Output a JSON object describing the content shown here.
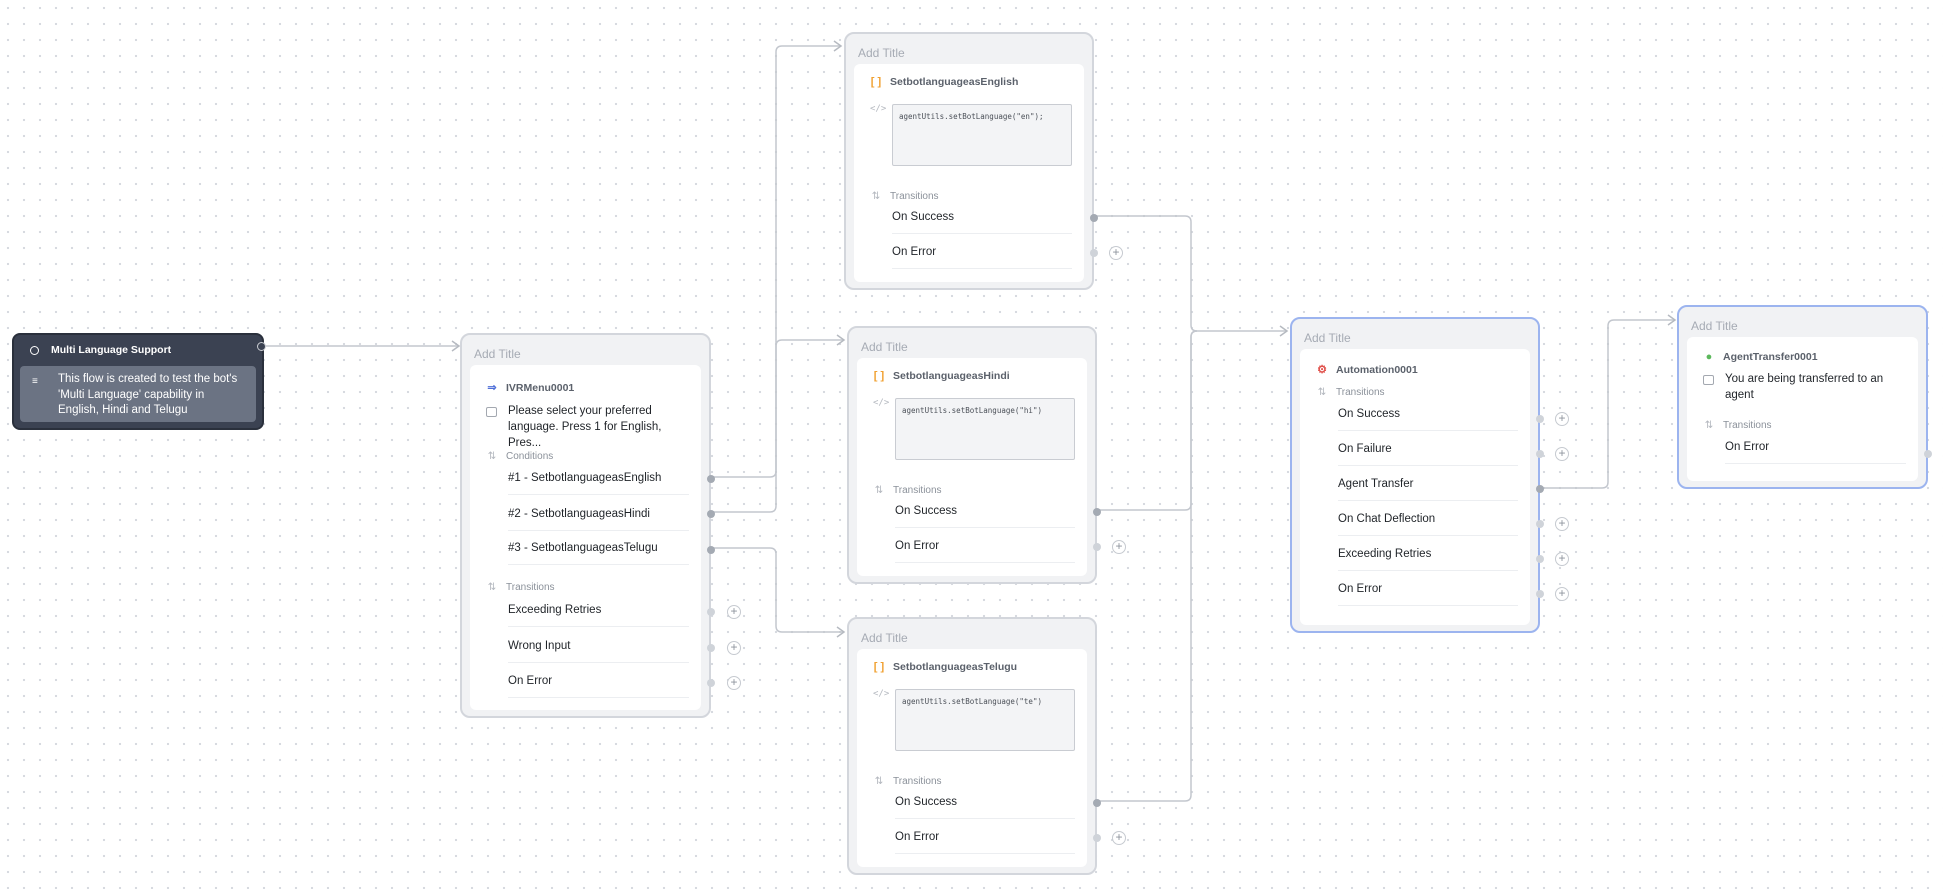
{
  "start": {
    "title": "Multi Language Support",
    "description": "This flow is created to test the bot's 'Multi Language' capability in English, Hindi and Telugu"
  },
  "ivr": {
    "title_placeholder": "Add Title",
    "type_name": "IVRMenu0001",
    "prompt": "Please select your preferred language. Press 1 for English, Pres...",
    "conditions_label": "Conditions",
    "conditions": [
      "#1 - SetbotlanguageasEnglish",
      "#2 - SetbotlanguageasHindi",
      "#3 - SetbotlanguageasTelugu"
    ],
    "transitions_label": "Transitions",
    "transitions": [
      "Exceeding Retries",
      "Wrong Input",
      "On Error"
    ]
  },
  "english": {
    "title_placeholder": "Add Title",
    "type_name": "SetbotlanguageasEnglish",
    "code": "agentUtils.setBotLanguage(\"en\");",
    "transitions_label": "Transitions",
    "transitions": [
      "On Success",
      "On Error"
    ]
  },
  "hindi": {
    "title_placeholder": "Add Title",
    "type_name": "SetbotlanguageasHindi",
    "code": "agentUtils.setBotLanguage(\"hi\")",
    "transitions_label": "Transitions",
    "transitions": [
      "On Success",
      "On Error"
    ]
  },
  "telugu": {
    "title_placeholder": "Add Title",
    "type_name": "SetbotlanguageasTelugu",
    "code": "agentUtils.setBotLanguage(\"te\")",
    "transitions_label": "Transitions",
    "transitions": [
      "On Success",
      "On Error"
    ]
  },
  "automation": {
    "title_placeholder": "Add Title",
    "type_name": "Automation0001",
    "transitions_label": "Transitions",
    "transitions": [
      "On Success",
      "On Failure",
      "Agent Transfer",
      "On Chat Deflection",
      "Exceeding Retries",
      "On Error"
    ]
  },
  "agent": {
    "title_placeholder": "Add Title",
    "type_name": "AgentTransfer0001",
    "message": "You are being transferred to an agent",
    "transitions_label": "Transitions",
    "transitions": [
      "On Error"
    ]
  },
  "colors": {
    "wire": "#c3c7ce",
    "selected_border": "#9cb4ef",
    "script_icon": "#f0a030",
    "automation_icon": "#e0504a",
    "agent_icon": "#5cb85c",
    "ivr_icon": "#4f6fd8",
    "start_bg": "#3b4252"
  },
  "icons": {
    "start": "circle-outline-icon",
    "ivr": "branch-icon",
    "script": "brackets-icon",
    "code": "code-icon",
    "transitions": "arrows-icon",
    "automation": "gear-icon",
    "agent": "person-icon",
    "message": "chat-bubble-icon",
    "add": "plus-icon"
  }
}
